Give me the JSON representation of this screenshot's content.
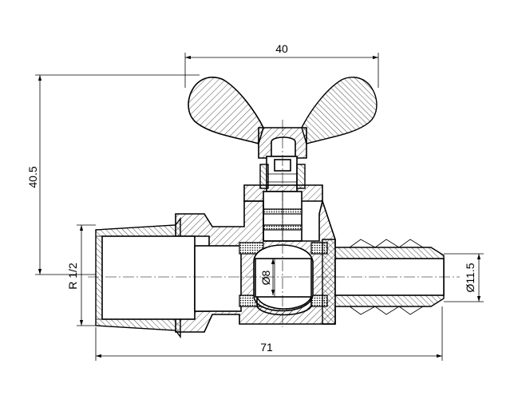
{
  "dimensions": {
    "handle_width": "40",
    "height": "40.5",
    "thread": "R 1/2",
    "bore": "Ø8",
    "hose_diameter": "Ø11.5",
    "overall_length": "71"
  }
}
